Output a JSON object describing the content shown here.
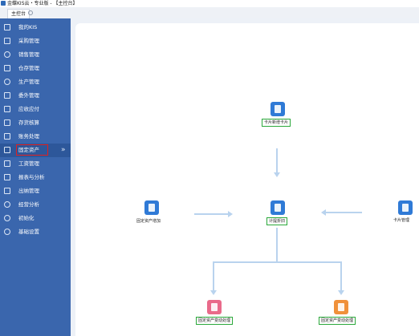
{
  "window": {
    "title": "金蝶KIS云・专业版 - 【主控台】"
  },
  "tabs": [
    {
      "label": "主控台"
    }
  ],
  "sidebar": {
    "items": [
      {
        "label": "我的KIS",
        "icon": "monitor-icon"
      },
      {
        "label": "采购管理",
        "icon": "document-icon"
      },
      {
        "label": "销售管理",
        "icon": "user-icon"
      },
      {
        "label": "仓存管理",
        "icon": "home-icon"
      },
      {
        "label": "生产管理",
        "icon": "gear-icon"
      },
      {
        "label": "委外管理",
        "icon": "grid-icon"
      },
      {
        "label": "应收应付",
        "icon": "ledger-icon"
      },
      {
        "label": "存货核算",
        "icon": "home-icon"
      },
      {
        "label": "账务处理",
        "icon": "edit-icon"
      },
      {
        "label": "固定资产",
        "icon": "building-icon",
        "active": true
      },
      {
        "label": "工资管理",
        "icon": "people-icon"
      },
      {
        "label": "报表与分析",
        "icon": "chart-icon"
      },
      {
        "label": "出纳管理",
        "icon": "cash-icon"
      },
      {
        "label": "经营分析",
        "icon": "magnifier-icon"
      },
      {
        "label": "初始化",
        "icon": "settings-icon"
      },
      {
        "label": "基础设置",
        "icon": "cog-icon"
      }
    ],
    "expand_glyph": "»"
  },
  "flow": {
    "nodes": {
      "top": {
        "label": "卡片新增卡片",
        "color": "#2f7ad6"
      },
      "left": {
        "label": "固定资产增加",
        "color": "#2f7ad6"
      },
      "center": {
        "label": "计提折旧",
        "color": "#2f7ad6"
      },
      "right": {
        "label": "卡片管理",
        "color": "#2f7ad6"
      },
      "bottom_left": {
        "label": "固定资产变动处理",
        "color": "#e96a8a"
      },
      "bottom_right": {
        "label": "固定资产变动处理",
        "color": "#f0913a"
      }
    }
  },
  "colors": {
    "sidebar": "#3a66ad",
    "highlight_red": "#e02020",
    "label_green": "#2aa83a",
    "connector": "#b9d3ee"
  }
}
